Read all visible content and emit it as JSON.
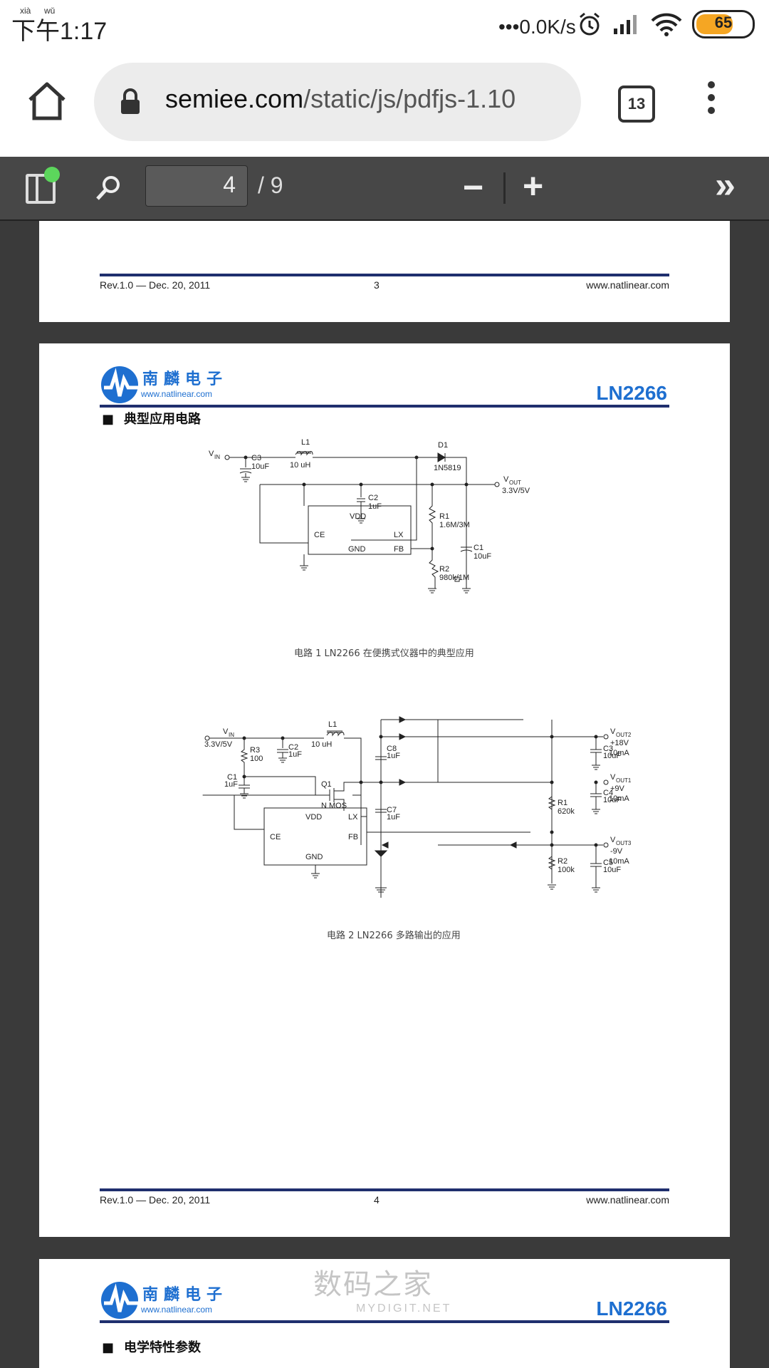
{
  "status_bar": {
    "time": "下午1:17",
    "ruby_xia": "xià",
    "ruby_wu": "wǔ",
    "net_speed": "•••0.0K/s",
    "battery": "65"
  },
  "browser": {
    "url_domain": "semiee.com",
    "url_path": "/static/js/pdfjs-1.10",
    "tab_count": "13"
  },
  "pdf_toolbar": {
    "page_current": "4",
    "page_total": "/ 9"
  },
  "page3": {
    "footer_left": "Rev.1.0 — Dec. 20, 2011",
    "footer_page": "3",
    "footer_right": "www.natlinear.com"
  },
  "page4": {
    "logo_name": "南麟电子",
    "logo_url": "www.natlinear.com",
    "part_number": "LN2266",
    "section_title": "典型应用电路",
    "caption1": "电路 1   LN2266  在便携式仪器中的典型应用",
    "caption2": "电路 2   LN2266  多路输出的应用",
    "circuit1": {
      "vin": "V",
      "vin_sub": "IN",
      "c3": "C3",
      "c3_val": "10uF",
      "l1": "L1",
      "l1_val": "10 uH",
      "d1": "D1",
      "d1_val": "1N5819",
      "vout": "V",
      "vout_sub": "OUT",
      "vout_val": "3.3V/5V",
      "c2": "C2",
      "c2_val": "1uF",
      "r1": "R1",
      "r1_val": "1.6M/3M",
      "c1": "C1",
      "c1_val": "10uF",
      "r2": "R2",
      "r2_val": "980k/1M",
      "pin_vdd": "VDD",
      "pin_ce": "CE",
      "pin_lx": "LX",
      "pin_gnd": "GND",
      "pin_fb": "FB"
    },
    "circuit2": {
      "vin": "V",
      "vin_sub": "IN",
      "vin_val": "3.3V/5V",
      "r3": "R3",
      "r3_val": "100",
      "c2": "C2",
      "c2_val": "1uF",
      "c1": "C1",
      "c1_val": "1uF",
      "l1": "L1",
      "l1_val": "10 uH",
      "q1": "Q1",
      "nmos": "N MOS",
      "c8": "C8",
      "c8_val": "1uF",
      "c7": "C7",
      "c7_val": "1uF",
      "r1": "R1",
      "r1_val": "620k",
      "r2": "R2",
      "r2_val": "100k",
      "c3": "C3",
      "c3_val": "10uF",
      "c4": "C4",
      "c4_val": "10uF",
      "c5": "C5",
      "c5_val": "10uF",
      "vout2": "V",
      "vout2_sub": "OUT2",
      "vout2_v": "+18V",
      "vout2_i": "10mA",
      "vout1": "V",
      "vout1_sub": "OUT1",
      "vout1_v": "+9V",
      "vout1_i": "10mA",
      "vout3": "V",
      "vout3_sub": "OUT3",
      "vout3_v": "-9V",
      "vout3_i": "10mA",
      "pin_vdd": "VDD",
      "pin_lx": "LX",
      "pin_ce": "CE",
      "pin_fb": "FB",
      "pin_gnd": "GND"
    },
    "footer_left": "Rev.1.0 — Dec. 20, 2011",
    "footer_page": "4",
    "footer_right": "www.natlinear.com"
  },
  "page5": {
    "logo_name": "南麟电子",
    "logo_url": "www.natlinear.com",
    "part_number": "LN2266",
    "section_title": "电学特性参数"
  },
  "watermark": {
    "text": "数码之家",
    "sub": "MYDIGIT.NET"
  }
}
